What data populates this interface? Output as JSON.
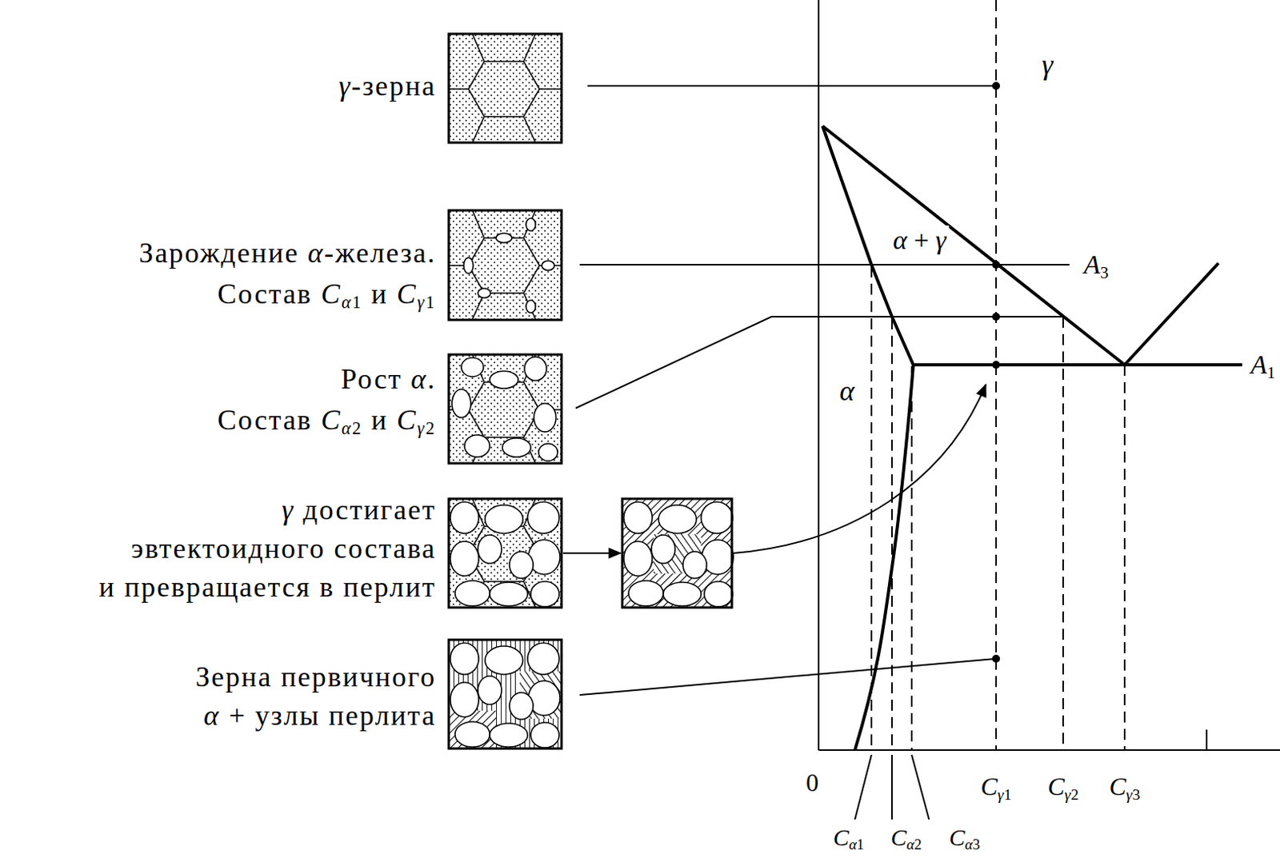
{
  "diagram": {
    "labels": [
      "γ-зерна",
      "Зарождение α-железа. Состав Cα1 и Cγ1",
      "Рост α. Состав Cα2 и Cγ2",
      "γ достигает эвтектоидного состава и превращается в перлит",
      "Зерна первичного α + узлы перлита",
      "γ",
      "α + γ",
      "A3",
      "A1",
      "α",
      "0",
      "Cγ1",
      "Cγ2",
      "Cγ3",
      "Cα1",
      "Cα2",
      "Cα3"
    ]
  }
}
